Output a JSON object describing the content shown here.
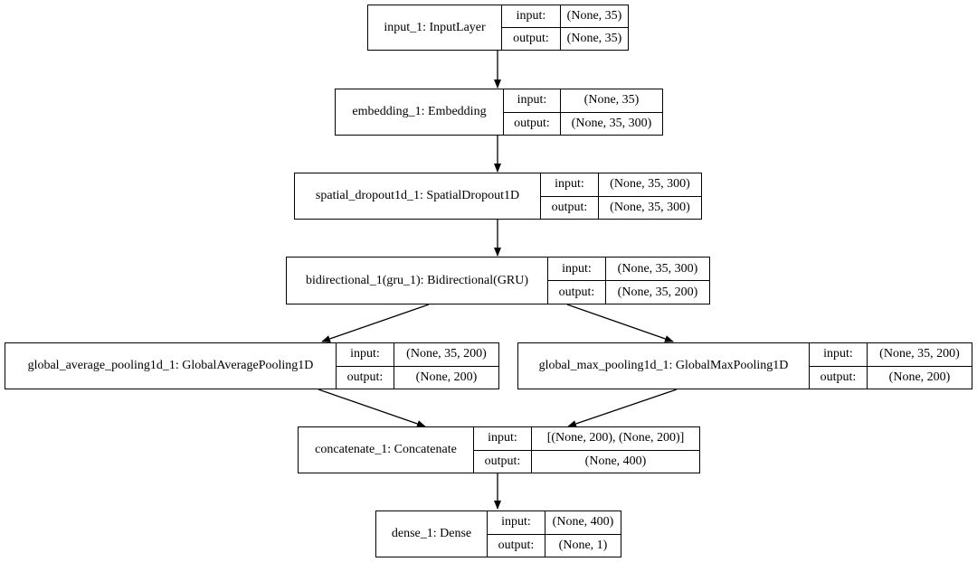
{
  "layers": [
    {
      "id": "input_1",
      "name": "input_1: InputLayer",
      "in_label": "input:",
      "out_label": "output:",
      "input": "(None, 35)",
      "output": "(None, 35)"
    },
    {
      "id": "embedding_1",
      "name": "embedding_1: Embedding",
      "in_label": "input:",
      "out_label": "output:",
      "input": "(None, 35)",
      "output": "(None, 35, 300)"
    },
    {
      "id": "spatial_dropout1d_1",
      "name": "spatial_dropout1d_1: SpatialDropout1D",
      "in_label": "input:",
      "out_label": "output:",
      "input": "(None, 35, 300)",
      "output": "(None, 35, 300)"
    },
    {
      "id": "bidirectional_1",
      "name": "bidirectional_1(gru_1): Bidirectional(GRU)",
      "in_label": "input:",
      "out_label": "output:",
      "input": "(None, 35, 300)",
      "output": "(None, 35, 200)"
    },
    {
      "id": "global_average_pooling1d_1",
      "name": "global_average_pooling1d_1: GlobalAveragePooling1D",
      "in_label": "input:",
      "out_label": "output:",
      "input": "(None, 35, 200)",
      "output": "(None, 200)"
    },
    {
      "id": "global_max_pooling1d_1",
      "name": "global_max_pooling1d_1: GlobalMaxPooling1D",
      "in_label": "input:",
      "out_label": "output:",
      "input": "(None, 35, 200)",
      "output": "(None, 200)"
    },
    {
      "id": "concatenate_1",
      "name": "concatenate_1: Concatenate",
      "in_label": "input:",
      "out_label": "output:",
      "input": "[(None, 200), (None, 200)]",
      "output": "(None, 400)"
    },
    {
      "id": "dense_1",
      "name": "dense_1: Dense",
      "in_label": "input:",
      "out_label": "output:",
      "input": "(None, 400)",
      "output": "(None, 1)"
    }
  ],
  "edges": [
    {
      "from": "input_1",
      "to": "embedding_1"
    },
    {
      "from": "embedding_1",
      "to": "spatial_dropout1d_1"
    },
    {
      "from": "spatial_dropout1d_1",
      "to": "bidirectional_1"
    },
    {
      "from": "bidirectional_1",
      "to": "global_average_pooling1d_1"
    },
    {
      "from": "bidirectional_1",
      "to": "global_max_pooling1d_1"
    },
    {
      "from": "global_average_pooling1d_1",
      "to": "concatenate_1"
    },
    {
      "from": "global_max_pooling1d_1",
      "to": "concatenate_1"
    },
    {
      "from": "concatenate_1",
      "to": "dense_1"
    }
  ]
}
